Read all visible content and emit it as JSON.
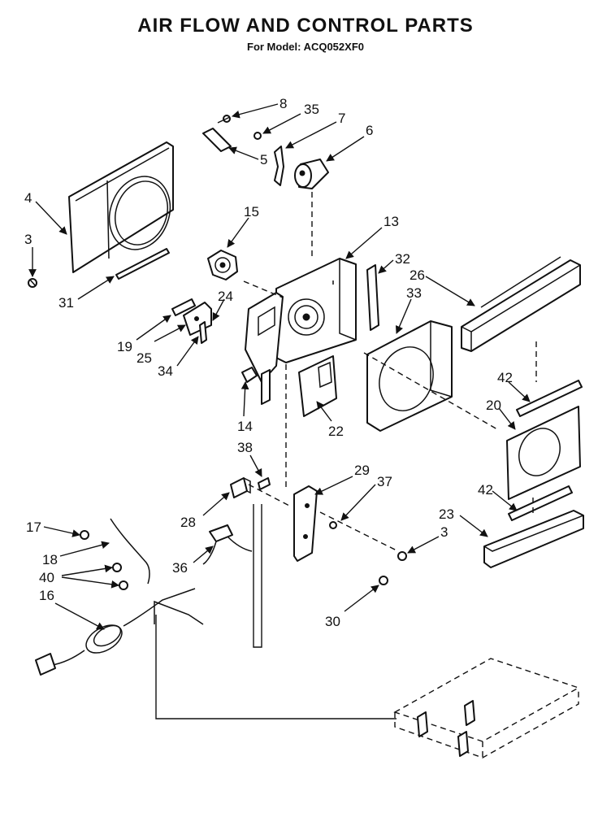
{
  "header": {
    "title": "AIR FLOW AND CONTROL PARTS",
    "subtitle": "For Model: ACQ052XF0"
  },
  "callouts": {
    "c8": "8",
    "c35": "35",
    "c7": "7",
    "c6": "6",
    "c5": "5",
    "c4": "4",
    "c3a": "3",
    "c31": "31",
    "c15": "15",
    "c13": "13",
    "c32": "32",
    "c26": "26",
    "c33": "33",
    "c24": "24",
    "c19": "19",
    "c25": "25",
    "c34": "34",
    "c14": "14",
    "c22": "22",
    "c42a": "42",
    "c20": "20",
    "c42b": "42",
    "c38": "38",
    "c29": "29",
    "c37": "37",
    "c23": "23",
    "c28": "28",
    "c3b": "3",
    "c17": "17",
    "c18": "18",
    "c40": "40",
    "c16": "16",
    "c36": "36",
    "c30": "30"
  }
}
